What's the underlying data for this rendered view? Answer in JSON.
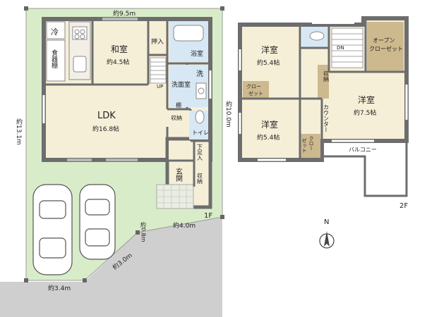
{
  "floor1": {
    "level": "1F",
    "dims": {
      "top": "約9.5m",
      "left": "約13.1m",
      "right": "約10.0m",
      "right_lower": "約4.0m",
      "small": "約0.8m",
      "diag": "約3.0m",
      "bottom": "約3.4m"
    },
    "rooms": {
      "ldk": {
        "name": "LDK",
        "size": "約16.8帖"
      },
      "washitsu": {
        "name": "和室",
        "size": "約4.5帖"
      },
      "oshiire": "押入",
      "yokushitsu": "浴室",
      "sen": "洗",
      "senmenshitsu": "洗面室",
      "toilet": "トイレ",
      "shuno1": "収納",
      "shuno2": "収納",
      "ge_soku": "下足入",
      "genkan": "玄関",
      "tana": "棚",
      "rei": "冷",
      "shokkidana": "食器棚",
      "up": "UP"
    }
  },
  "floor2": {
    "level": "2F",
    "rooms": {
      "yoshitsu_a": {
        "name": "洋室",
        "size": "約5.4帖"
      },
      "yoshitsu_b": {
        "name": "洋室",
        "size": "約5.4帖"
      },
      "yoshitsu_c": {
        "name": "洋室",
        "size": "約7.5帖"
      },
      "closet_a": "クロー\nゼット",
      "closet_b": "クロー\nゼット",
      "open_closet": "オープン\nクローゼット",
      "shuno": "収納",
      "counter": "カウンター",
      "balcony": "バルコニー",
      "dn": "DN"
    }
  },
  "compass": {
    "north": "N"
  },
  "colors": {
    "lot": "#d8ecc9",
    "wall": "#6d6d6d",
    "room": "#f6efd8",
    "water": "#d7e8f4",
    "closet": "#cdb98e",
    "road": "#cfcfcf",
    "tile": "#e9ede3"
  }
}
